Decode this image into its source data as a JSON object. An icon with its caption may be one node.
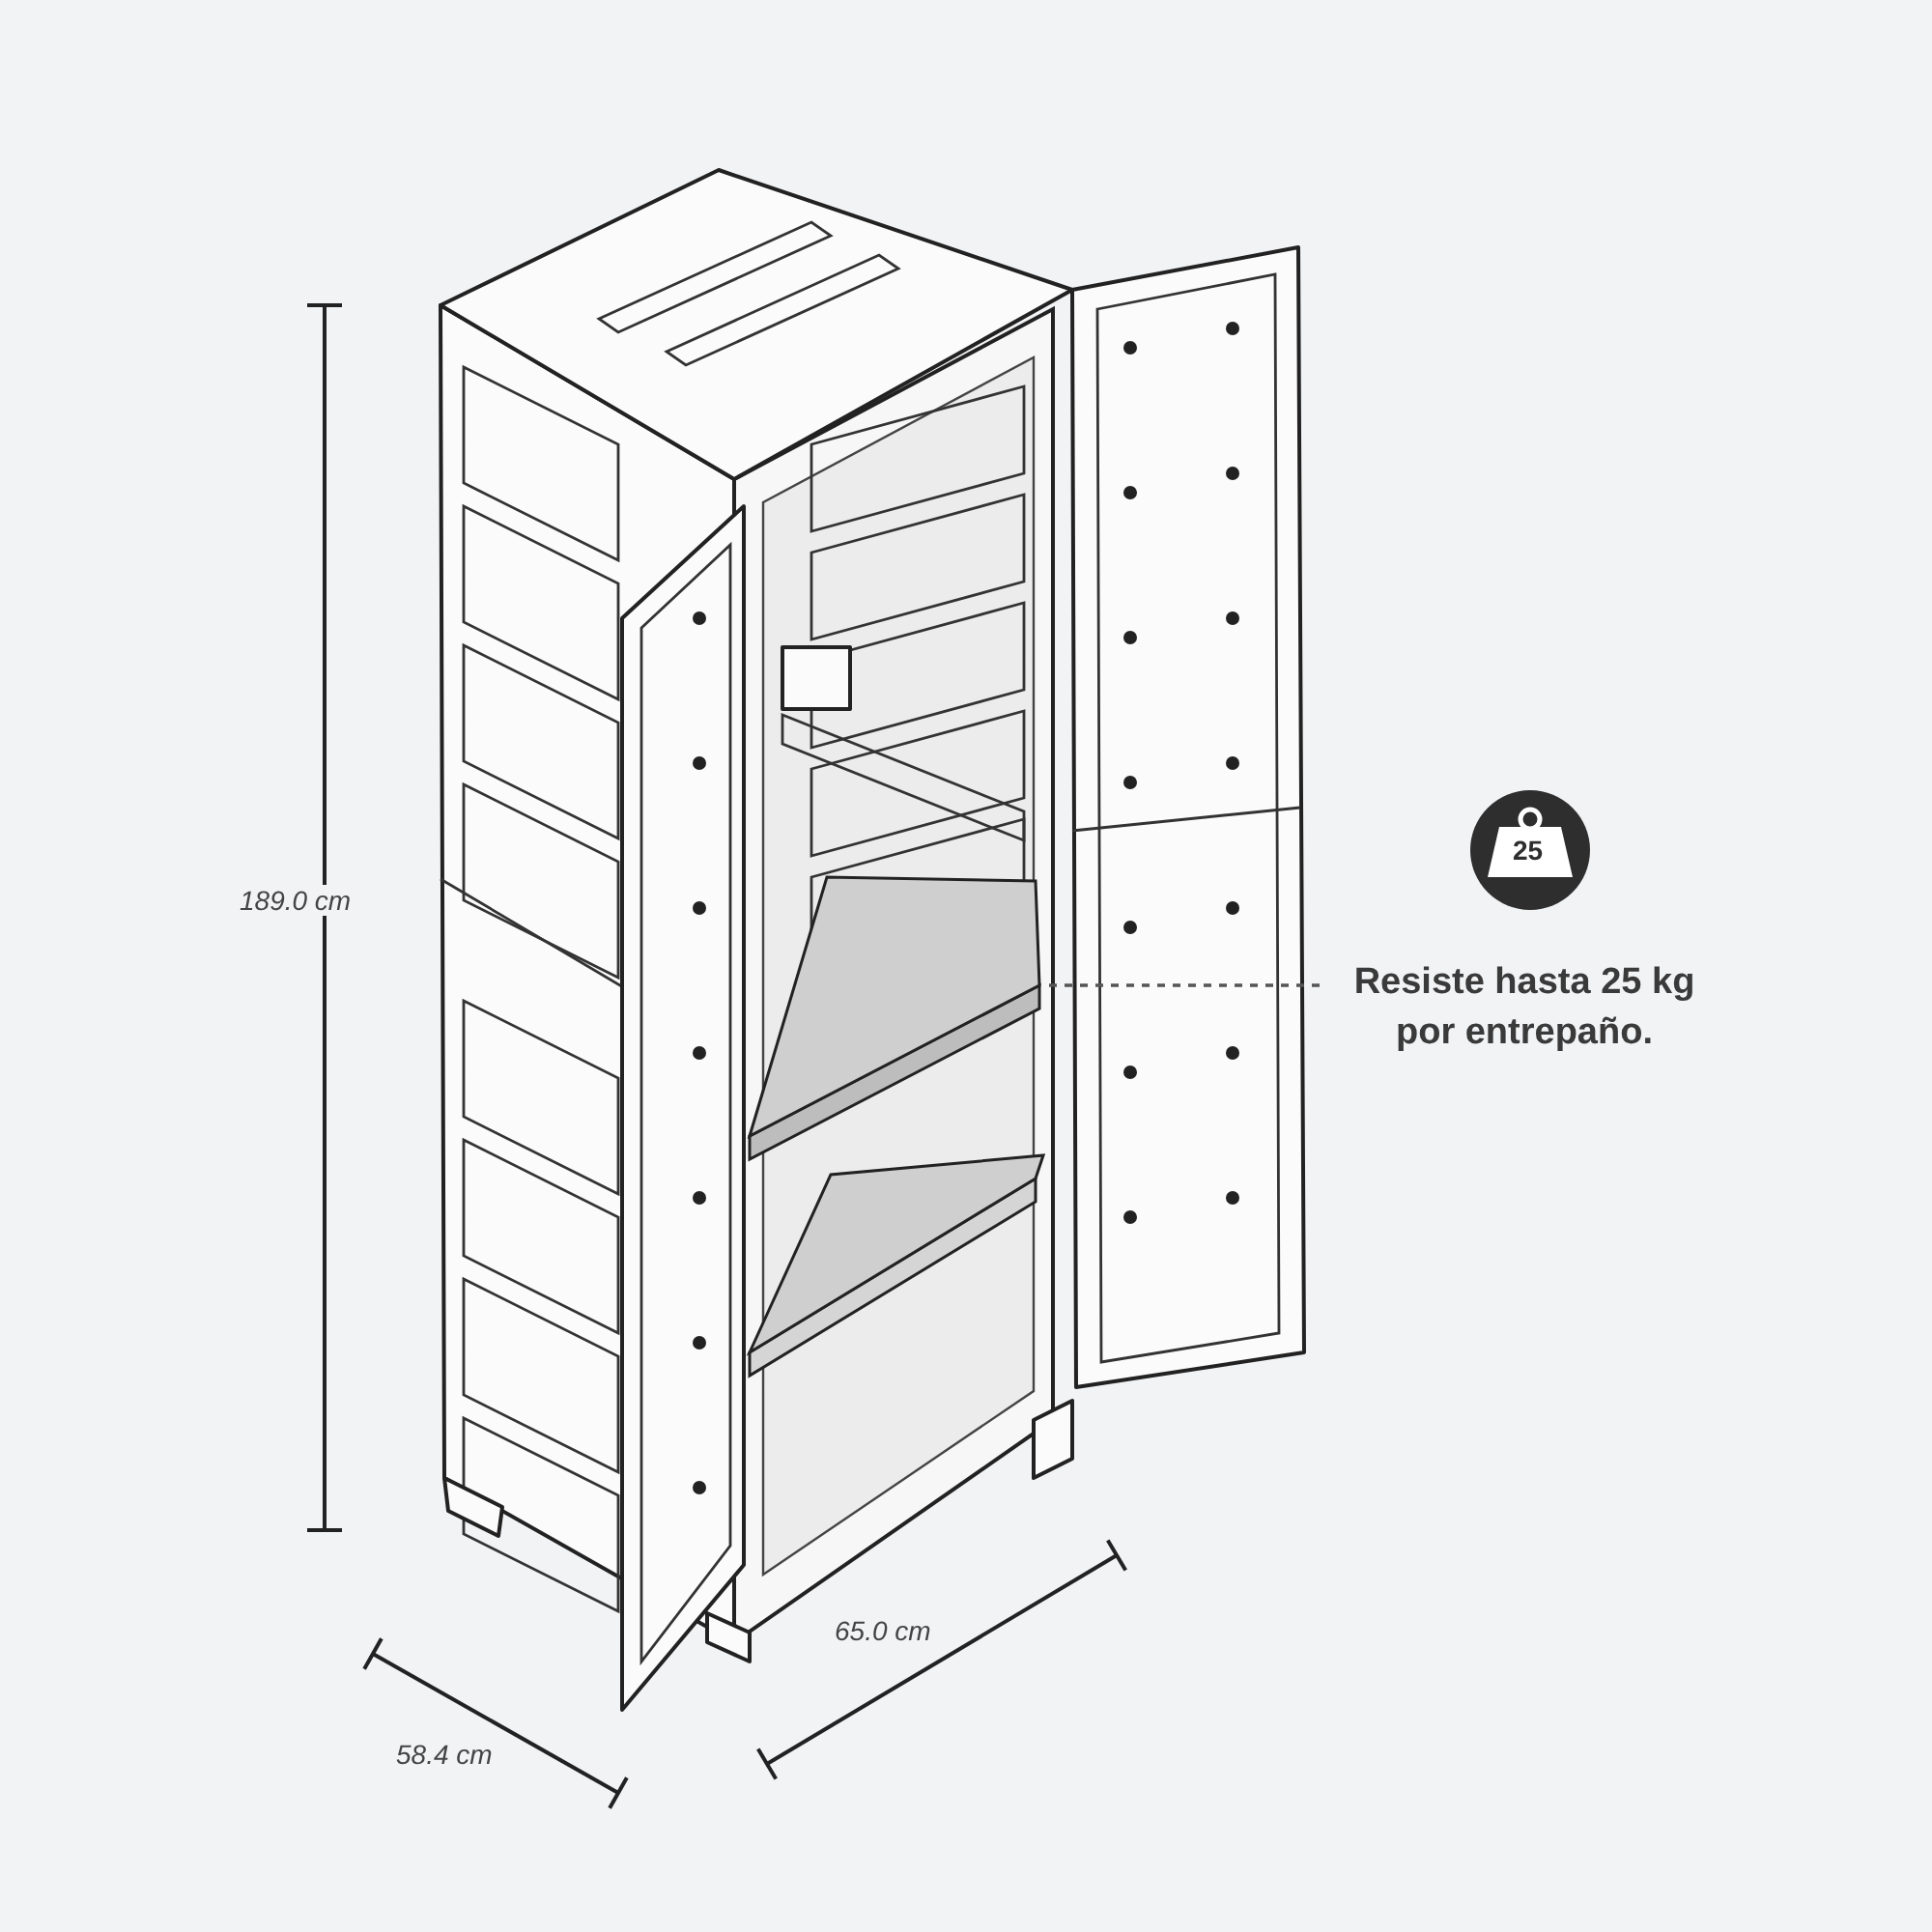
{
  "diagram": {
    "nodes": [
      {
        "text": [
          "Resiste hasta 25 kg por entrepaño."
        ]
      },
      {
        "text": [],
        "shape": "picture"
      }
    ],
    "edges": [
      {
        "from": 0,
        "to": 1,
        "arrow": "none",
        "style": "dashed"
      }
    ],
    "labels": [
      "189.0 cm",
      "25",
      "65.0 cm",
      "58.4 cm"
    ]
  }
}
